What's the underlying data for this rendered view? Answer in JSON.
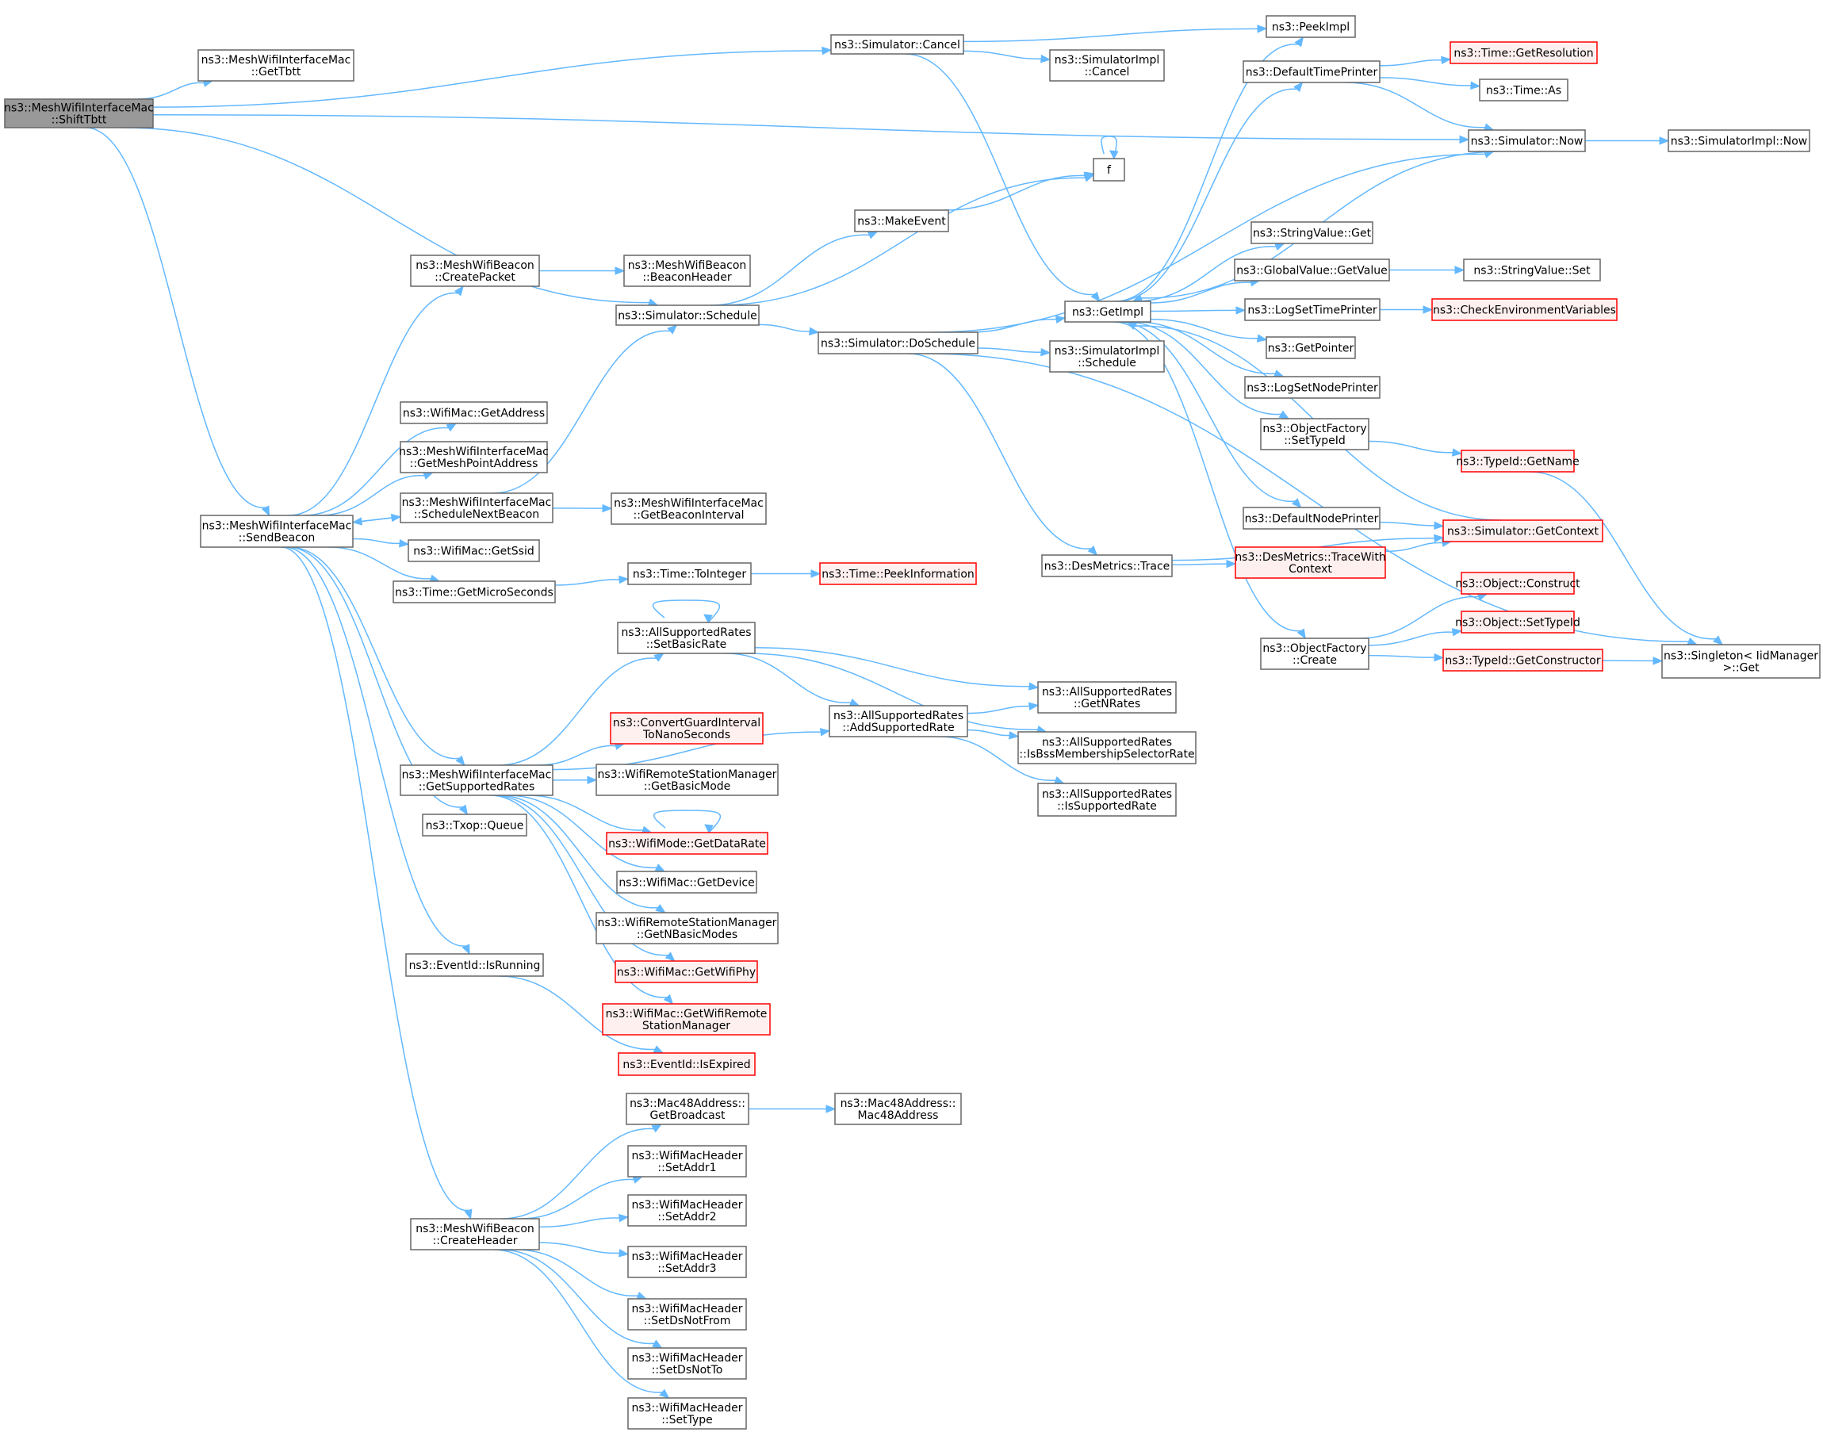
{
  "nodes": [
    {
      "id": "root",
      "label": [
        "ns3::MeshWifiInterfaceMac",
        "::ShiftTbtt"
      ],
      "style": "root",
      "interactable": true
    },
    {
      "id": "getTbtt",
      "label": [
        "ns3::MeshWifiInterfaceMac",
        "::GetTbtt"
      ]
    },
    {
      "id": "simCancel",
      "label": [
        "ns3::Simulator::Cancel"
      ]
    },
    {
      "id": "peekImpl",
      "label": [
        "ns3::PeekImpl"
      ]
    },
    {
      "id": "simImplCancel",
      "label": [
        "ns3::SimulatorImpl",
        "::Cancel"
      ]
    },
    {
      "id": "defaultTimePrinter",
      "label": [
        "ns3::DefaultTimePrinter"
      ]
    },
    {
      "id": "timeGetResolution",
      "label": [
        "ns3::Time::GetResolution"
      ],
      "style": "red"
    },
    {
      "id": "timeAs",
      "label": [
        "ns3::Time::As"
      ]
    },
    {
      "id": "simNow",
      "label": [
        "ns3::Simulator::Now"
      ]
    },
    {
      "id": "simImplNow",
      "label": [
        "ns3::SimulatorImpl::Now"
      ]
    },
    {
      "id": "f",
      "label": [
        "f"
      ]
    },
    {
      "id": "makeEvent",
      "label": [
        "ns3::MakeEvent"
      ]
    },
    {
      "id": "stringValueGet",
      "label": [
        "ns3::StringValue::Get"
      ]
    },
    {
      "id": "globalValueGetValue",
      "label": [
        "ns3::GlobalValue::GetValue"
      ]
    },
    {
      "id": "stringValueSet",
      "label": [
        "ns3::StringValue::Set"
      ]
    },
    {
      "id": "getImpl",
      "label": [
        "ns3::GetImpl"
      ]
    },
    {
      "id": "logSetTimePrinter",
      "label": [
        "ns3::LogSetTimePrinter"
      ]
    },
    {
      "id": "checkEnv",
      "label": [
        "ns3::CheckEnvironmentVariables"
      ],
      "style": "red"
    },
    {
      "id": "getPointer",
      "label": [
        "ns3::GetPointer"
      ]
    },
    {
      "id": "logSetNodePrinter",
      "label": [
        "ns3::LogSetNodePrinter"
      ]
    },
    {
      "id": "objFactorySetTypeId",
      "label": [
        "ns3::ObjectFactory",
        "::SetTypeId"
      ]
    },
    {
      "id": "typeIdGetName",
      "label": [
        "ns3::TypeId::GetName"
      ],
      "style": "red"
    },
    {
      "id": "defaultNodePrinter",
      "label": [
        "ns3::DefaultNodePrinter"
      ]
    },
    {
      "id": "simGetContext",
      "label": [
        "ns3::Simulator::GetContext"
      ],
      "style": "red"
    },
    {
      "id": "createPacket",
      "label": [
        "ns3::MeshWifiBeacon",
        "::CreatePacket"
      ]
    },
    {
      "id": "beaconHeader",
      "label": [
        "ns3::MeshWifiBeacon",
        "::BeaconHeader"
      ]
    },
    {
      "id": "simSchedule",
      "label": [
        "ns3::Simulator::Schedule"
      ]
    },
    {
      "id": "simDoSchedule",
      "label": [
        "ns3::Simulator::DoSchedule"
      ]
    },
    {
      "id": "simImplSchedule",
      "label": [
        "ns3::SimulatorImpl",
        "::Schedule"
      ]
    },
    {
      "id": "wifiMacGetAddress",
      "label": [
        "ns3::WifiMac::GetAddress"
      ]
    },
    {
      "id": "getMeshPointAddress",
      "label": [
        "ns3::MeshWifiInterfaceMac",
        "::GetMeshPointAddress"
      ]
    },
    {
      "id": "scheduleNextBeacon",
      "label": [
        "ns3::MeshWifiInterfaceMac",
        "::ScheduleNextBeacon"
      ]
    },
    {
      "id": "getBeaconInterval",
      "label": [
        "ns3::MeshWifiInterfaceMac",
        "::GetBeaconInterval"
      ]
    },
    {
      "id": "sendBeacon",
      "label": [
        "ns3::MeshWifiInterfaceMac",
        "::SendBeacon"
      ],
      "interactable": true
    },
    {
      "id": "getSsid",
      "label": [
        "ns3::WifiMac::GetSsid"
      ]
    },
    {
      "id": "getMicroSeconds",
      "label": [
        "ns3::Time::GetMicroSeconds"
      ]
    },
    {
      "id": "toInteger",
      "label": [
        "ns3::Time::ToInteger"
      ]
    },
    {
      "id": "peekInformation",
      "label": [
        "ns3::Time::PeekInformation"
      ],
      "style": "red"
    },
    {
      "id": "desMetricsTrace",
      "label": [
        "ns3::DesMetrics::Trace"
      ]
    },
    {
      "id": "traceWithContext",
      "label": [
        "ns3::DesMetrics::TraceWith",
        "Context"
      ],
      "style": "red"
    },
    {
      "id": "objectConstruct",
      "label": [
        "ns3::Object::Construct"
      ],
      "style": "red"
    },
    {
      "id": "objectSetTypeId",
      "label": [
        "ns3::Object::SetTypeId"
      ],
      "style": "red"
    },
    {
      "id": "objFactoryCreate",
      "label": [
        "ns3::ObjectFactory",
        "::Create"
      ]
    },
    {
      "id": "getConstructor",
      "label": [
        "ns3::TypeId::GetConstructor"
      ],
      "style": "red"
    },
    {
      "id": "singletonGet",
      "label": [
        "ns3::Singleton< IidManager",
        " >::Get"
      ]
    },
    {
      "id": "setBasicRate",
      "label": [
        "ns3::AllSupportedRates",
        "::SetBasicRate"
      ]
    },
    {
      "id": "getNRates",
      "label": [
        "ns3::AllSupportedRates",
        "::GetNRates"
      ]
    },
    {
      "id": "addSupportedRate",
      "label": [
        "ns3::AllSupportedRates",
        "::AddSupportedRate"
      ]
    },
    {
      "id": "isBssMembership",
      "label": [
        "ns3::AllSupportedRates",
        "::IsBssMembershipSelectorRate"
      ]
    },
    {
      "id": "isSupportedRate",
      "label": [
        "ns3::AllSupportedRates",
        "::IsSupportedRate"
      ]
    },
    {
      "id": "convertGuard",
      "label": [
        "ns3::ConvertGuardInterval",
        "ToNanoSeconds"
      ],
      "style": "red"
    },
    {
      "id": "getSupportedRates",
      "label": [
        "ns3::MeshWifiInterfaceMac",
        "::GetSupportedRates"
      ]
    },
    {
      "id": "getBasicMode",
      "label": [
        "ns3::WifiRemoteStationManager",
        "::GetBasicMode"
      ]
    },
    {
      "id": "getDataRate",
      "label": [
        "ns3::WifiMode::GetDataRate"
      ],
      "style": "red"
    },
    {
      "id": "txopQueue",
      "label": [
        "ns3::Txop::Queue"
      ]
    },
    {
      "id": "getDevice",
      "label": [
        "ns3::WifiMac::GetDevice"
      ]
    },
    {
      "id": "getNBasicModes",
      "label": [
        "ns3::WifiRemoteStationManager",
        "::GetNBasicModes"
      ]
    },
    {
      "id": "getWifiPhy",
      "label": [
        "ns3::WifiMac::GetWifiPhy"
      ],
      "style": "red"
    },
    {
      "id": "isRunning",
      "label": [
        "ns3::EventId::IsRunning"
      ]
    },
    {
      "id": "getWifiRemote",
      "label": [
        "ns3::WifiMac::GetWifiRemote",
        "StationManager"
      ],
      "style": "red"
    },
    {
      "id": "isExpired",
      "label": [
        "ns3::EventId::IsExpired"
      ],
      "style": "red"
    },
    {
      "id": "getBroadcast",
      "label": [
        "ns3::Mac48Address::",
        "GetBroadcast"
      ]
    },
    {
      "id": "mac48Address",
      "label": [
        "ns3::Mac48Address::",
        "Mac48Address"
      ]
    },
    {
      "id": "setAddr1",
      "label": [
        "ns3::WifiMacHeader",
        "::SetAddr1"
      ]
    },
    {
      "id": "setAddr2",
      "label": [
        "ns3::WifiMacHeader",
        "::SetAddr2"
      ]
    },
    {
      "id": "createHeader",
      "label": [
        "ns3::MeshWifiBeacon",
        "::CreateHeader"
      ]
    },
    {
      "id": "setAddr3",
      "label": [
        "ns3::WifiMacHeader",
        "::SetAddr3"
      ]
    },
    {
      "id": "setDsNotFrom",
      "label": [
        "ns3::WifiMacHeader",
        "::SetDsNotFrom"
      ]
    },
    {
      "id": "setDsNotTo",
      "label": [
        "ns3::WifiMacHeader",
        "::SetDsNotTo"
      ]
    },
    {
      "id": "setType",
      "label": [
        "ns3::WifiMacHeader",
        "::SetType"
      ]
    }
  ],
  "edges": [
    [
      "root",
      "getTbtt"
    ],
    [
      "root",
      "simCancel"
    ],
    [
      "root",
      "simNow"
    ],
    [
      "root",
      "simSchedule"
    ],
    [
      "root",
      "sendBeacon"
    ],
    [
      "simCancel",
      "peekImpl"
    ],
    [
      "simCancel",
      "simImplCancel"
    ],
    [
      "simCancel",
      "getImpl"
    ],
    [
      "defaultTimePrinter",
      "timeGetResolution"
    ],
    [
      "defaultTimePrinter",
      "timeAs"
    ],
    [
      "defaultTimePrinter",
      "simNow"
    ],
    [
      "simNow",
      "simImplNow"
    ],
    [
      "simNow",
      "getImpl"
    ],
    [
      "f",
      "f"
    ],
    [
      "makeEvent",
      "f"
    ],
    [
      "globalValueGetValue",
      "stringValueSet"
    ],
    [
      "getImpl",
      "peekImpl"
    ],
    [
      "getImpl",
      "defaultTimePrinter"
    ],
    [
      "getImpl",
      "stringValueGet"
    ],
    [
      "getImpl",
      "globalValueGetValue"
    ],
    [
      "getImpl",
      "logSetTimePrinter"
    ],
    [
      "getImpl",
      "getPointer"
    ],
    [
      "getImpl",
      "logSetNodePrinter"
    ],
    [
      "getImpl",
      "objFactorySetTypeId"
    ],
    [
      "getImpl",
      "defaultNodePrinter"
    ],
    [
      "getImpl",
      "objFactoryCreate"
    ],
    [
      "logSetTimePrinter",
      "checkEnv"
    ],
    [
      "objFactorySetTypeId",
      "typeIdGetName"
    ],
    [
      "typeIdGetName",
      "singletonGet"
    ],
    [
      "defaultNodePrinter",
      "simGetContext"
    ],
    [
      "simGetContext",
      "getImpl"
    ],
    [
      "createPacket",
      "beaconHeader"
    ],
    [
      "simSchedule",
      "makeEvent"
    ],
    [
      "simSchedule",
      "f"
    ],
    [
      "simSchedule",
      "simDoSchedule"
    ],
    [
      "simDoSchedule",
      "getImpl"
    ],
    [
      "simDoSchedule",
      "simImplSchedule"
    ],
    [
      "simDoSchedule",
      "simNow"
    ],
    [
      "simDoSchedule",
      "desMetricsTrace"
    ],
    [
      "simDoSchedule",
      "singletonGet"
    ],
    [
      "desMetricsTrace",
      "traceWithContext"
    ],
    [
      "desMetricsTrace",
      "simGetContext"
    ],
    [
      "traceWithContext",
      "simGetContext"
    ],
    [
      "objFactoryCreate",
      "objectConstruct"
    ],
    [
      "objFactoryCreate",
      "objectSetTypeId"
    ],
    [
      "objFactoryCreate",
      "getConstructor"
    ],
    [
      "getConstructor",
      "singletonGet"
    ],
    [
      "scheduleNextBeacon",
      "getBeaconInterval"
    ],
    [
      "scheduleNextBeacon",
      "simSchedule"
    ],
    [
      "scheduleNextBeacon",
      "sendBeacon"
    ],
    [
      "sendBeacon",
      "createPacket"
    ],
    [
      "sendBeacon",
      "wifiMacGetAddress"
    ],
    [
      "sendBeacon",
      "getMeshPointAddress"
    ],
    [
      "sendBeacon",
      "scheduleNextBeacon"
    ],
    [
      "sendBeacon",
      "getSsid"
    ],
    [
      "sendBeacon",
      "getMicroSeconds"
    ],
    [
      "sendBeacon",
      "getSupportedRates"
    ],
    [
      "sendBeacon",
      "txopQueue"
    ],
    [
      "sendBeacon",
      "isRunning"
    ],
    [
      "sendBeacon",
      "createHeader"
    ],
    [
      "getMicroSeconds",
      "toInteger"
    ],
    [
      "toInteger",
      "peekInformation"
    ],
    [
      "setBasicRate",
      "setBasicRate"
    ],
    [
      "setBasicRate",
      "getNRates"
    ],
    [
      "setBasicRate",
      "addSupportedRate"
    ],
    [
      "setBasicRate",
      "isBssMembership"
    ],
    [
      "addSupportedRate",
      "getNRates"
    ],
    [
      "addSupportedRate",
      "isBssMembership"
    ],
    [
      "addSupportedRate",
      "isSupportedRate"
    ],
    [
      "getSupportedRates",
      "setBasicRate"
    ],
    [
      "getSupportedRates",
      "addSupportedRate"
    ],
    [
      "getSupportedRates",
      "convertGuard"
    ],
    [
      "getSupportedRates",
      "getBasicMode"
    ],
    [
      "getSupportedRates",
      "getDataRate"
    ],
    [
      "getSupportedRates",
      "getDevice"
    ],
    [
      "getSupportedRates",
      "getNBasicModes"
    ],
    [
      "getSupportedRates",
      "getWifiPhy"
    ],
    [
      "getSupportedRates",
      "getWifiRemote"
    ],
    [
      "getDataRate",
      "getDataRate"
    ],
    [
      "isRunning",
      "isExpired"
    ],
    [
      "getBroadcast",
      "mac48Address"
    ],
    [
      "createHeader",
      "getBroadcast"
    ],
    [
      "createHeader",
      "setAddr1"
    ],
    [
      "createHeader",
      "setAddr2"
    ],
    [
      "createHeader",
      "setAddr3"
    ],
    [
      "createHeader",
      "setDsNotFrom"
    ],
    [
      "createHeader",
      "setDsNotTo"
    ],
    [
      "createHeader",
      "setType"
    ]
  ]
}
